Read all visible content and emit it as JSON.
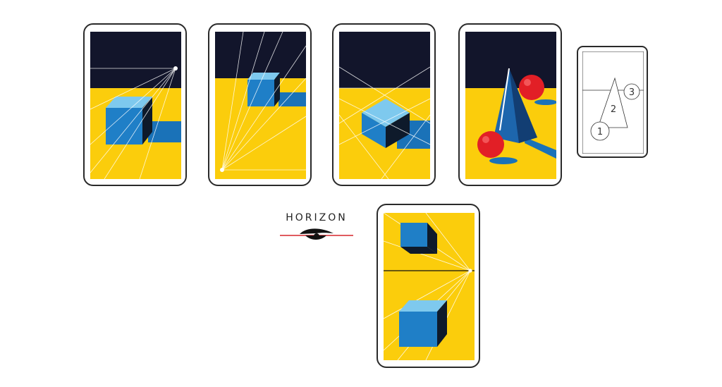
{
  "colors": {
    "night": "#12152b",
    "ground": "#fbcd0c",
    "cube_top": "#7ec9ee",
    "cube_front": "#1f7fc7",
    "cube_side": "#0e1a2b",
    "shadow": "#1a72b8",
    "sphere": "#e21f26",
    "cone": "#1d66ad",
    "horizon_line": "#d6252c"
  },
  "horizon": {
    "label": "HORIZON",
    "icon": "eye-icon"
  },
  "legend": {
    "labels": [
      "1",
      "2",
      "3"
    ]
  }
}
